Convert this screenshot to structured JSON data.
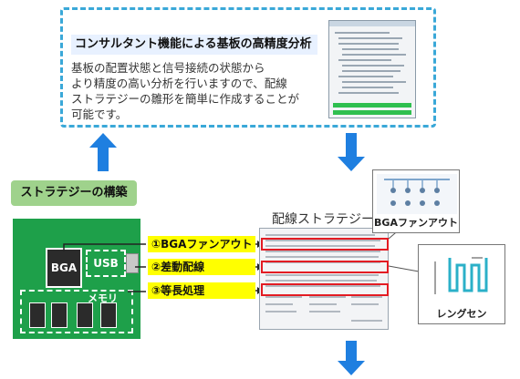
{
  "top_panel": {
    "title": "コンサルタント機能による基板の高精度分析",
    "body_lines": [
      "基板の配置状態と信号接続の状態から",
      "より精度の高い分析を行いますので、配線",
      "ストラテジーの雛形を簡単に作成することが",
      "可能です。"
    ]
  },
  "strategy_build_label": "ストラテジーの構築",
  "pcb": {
    "bga_label": "BGA",
    "usb_label": "USB",
    "memory_label": "メモリ"
  },
  "steps": [
    {
      "label": "①BGAファンアウト"
    },
    {
      "label": "②差動配線"
    },
    {
      "label": "③等長処理"
    }
  ],
  "strategy_window_title": "配線ストラテジー",
  "callouts": {
    "bga_fanout": "BGAファンアウト",
    "length_tuning": "レングセン"
  },
  "colors": {
    "dashed_border": "#3aa8d8",
    "arrow_blue": "#1f7fe0",
    "pcb_green": "#1ea04a",
    "highlight_yellow": "#ffff00",
    "highlight_red": "#e31b23",
    "label_green": "#9fd28c"
  }
}
